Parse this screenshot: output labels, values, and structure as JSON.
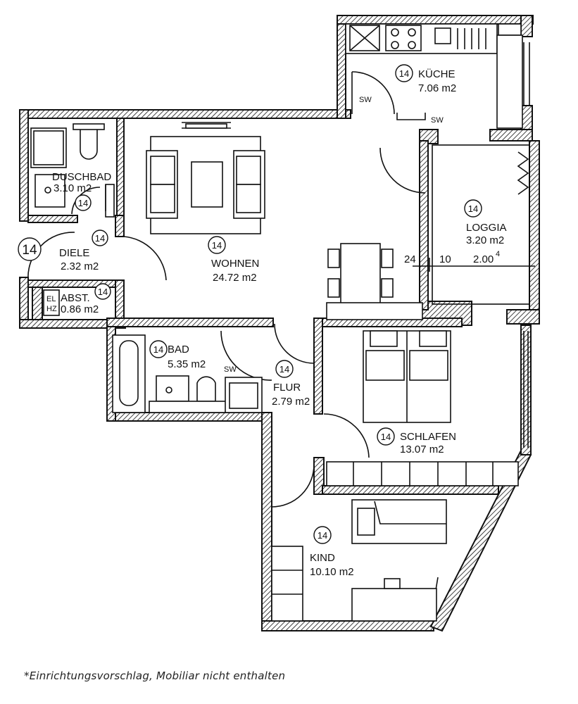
{
  "rooms": {
    "kueche": {
      "badge": "14",
      "name": "KÜCHE",
      "area": "7.06  m2"
    },
    "duschbad": {
      "badge": "14",
      "name": "DUSCHBAD",
      "area": "3.10  m2"
    },
    "wohnen": {
      "badge": "14",
      "name": "WOHNEN",
      "area": "24.72  m2"
    },
    "diele": {
      "badge": "14",
      "name": "DIELE",
      "area": "2.32  m2"
    },
    "abst": {
      "badge": "14",
      "name": "ABST.",
      "area": "0.86  m2"
    },
    "loggia": {
      "badge": "14",
      "name": "LOGGIA",
      "area": "3.20  m2"
    },
    "bad": {
      "badge": "14",
      "name": "BAD",
      "area": "5.35  m2"
    },
    "flur": {
      "badge": "14",
      "name": "FLUR",
      "area": "2.79  m2"
    },
    "schlafen": {
      "badge": "14",
      "name": "SCHLAFEN",
      "area": "13.07  m2"
    },
    "kind": {
      "badge": "14",
      "name": "KIND",
      "area": "10.10  m2"
    }
  },
  "entrance_badge": "14",
  "labels": {
    "sw1": "SW",
    "sw2": "SW",
    "sw3": "SW",
    "el": "EL",
    "hz": "HZ",
    "dim_24": "24",
    "dim_10": "10",
    "dim_200": "2.00",
    "dim_sup": "4"
  },
  "footnote": "*Einrichtungsvorschlag, Mobiliar nicht enthalten"
}
